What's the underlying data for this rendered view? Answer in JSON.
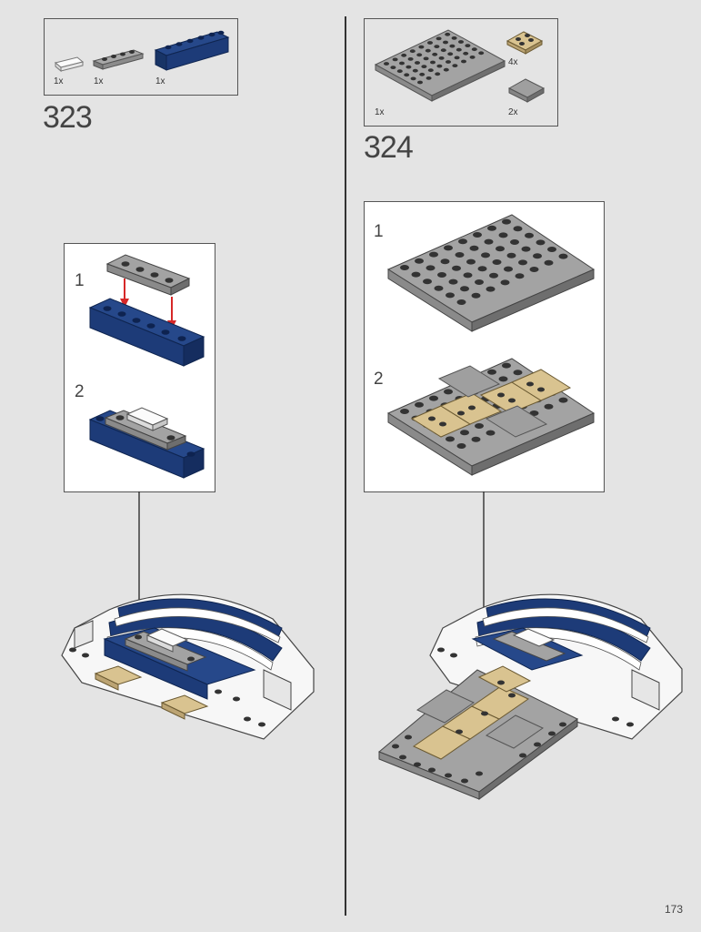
{
  "page_number": "173",
  "colors": {
    "dark_blue": "#1d3b78",
    "light_gray": "#9a9a9a",
    "dark_gray_stud": "#3a3a3a",
    "tan": "#d9c390",
    "white_part": "#f6f6f6",
    "arrow_red": "#d62828"
  },
  "step_323": {
    "number": "323",
    "parts": [
      {
        "icon": "white-tile-1x2-icon",
        "qty": "1x"
      },
      {
        "icon": "gray-plate-1x4-icon",
        "qty": "1x"
      },
      {
        "icon": "blue-brick-1x6-icon",
        "qty": "1x"
      }
    ],
    "substeps": [
      "1",
      "2"
    ]
  },
  "step_324": {
    "number": "324",
    "parts": [
      {
        "icon": "gray-plate-6x8-icon",
        "qty": "1x"
      },
      {
        "icon": "tan-plate-2x2-icon",
        "qty": "4x"
      },
      {
        "icon": "gray-tile-2x2-icon",
        "qty": "2x"
      }
    ],
    "substeps": [
      "1",
      "2"
    ]
  }
}
